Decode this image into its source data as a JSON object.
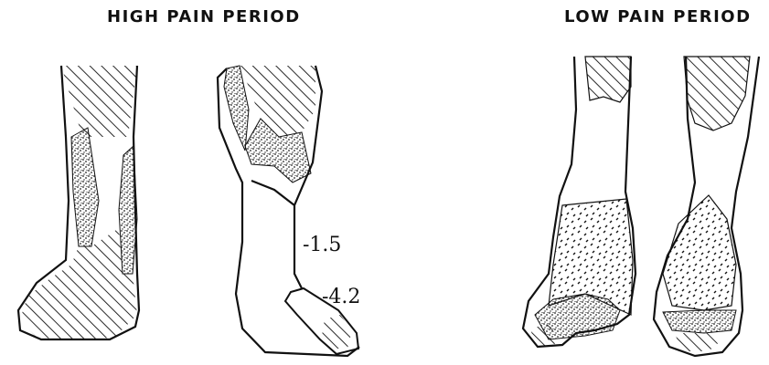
{
  "titles": {
    "high": "HIGH PAIN PERIOD",
    "low": "LOW PAIN PERIOD"
  },
  "values": [
    "-1.5",
    "-4.2"
  ],
  "legend_patterns": [
    "hatched",
    "stippled",
    "dotted",
    "blank"
  ]
}
